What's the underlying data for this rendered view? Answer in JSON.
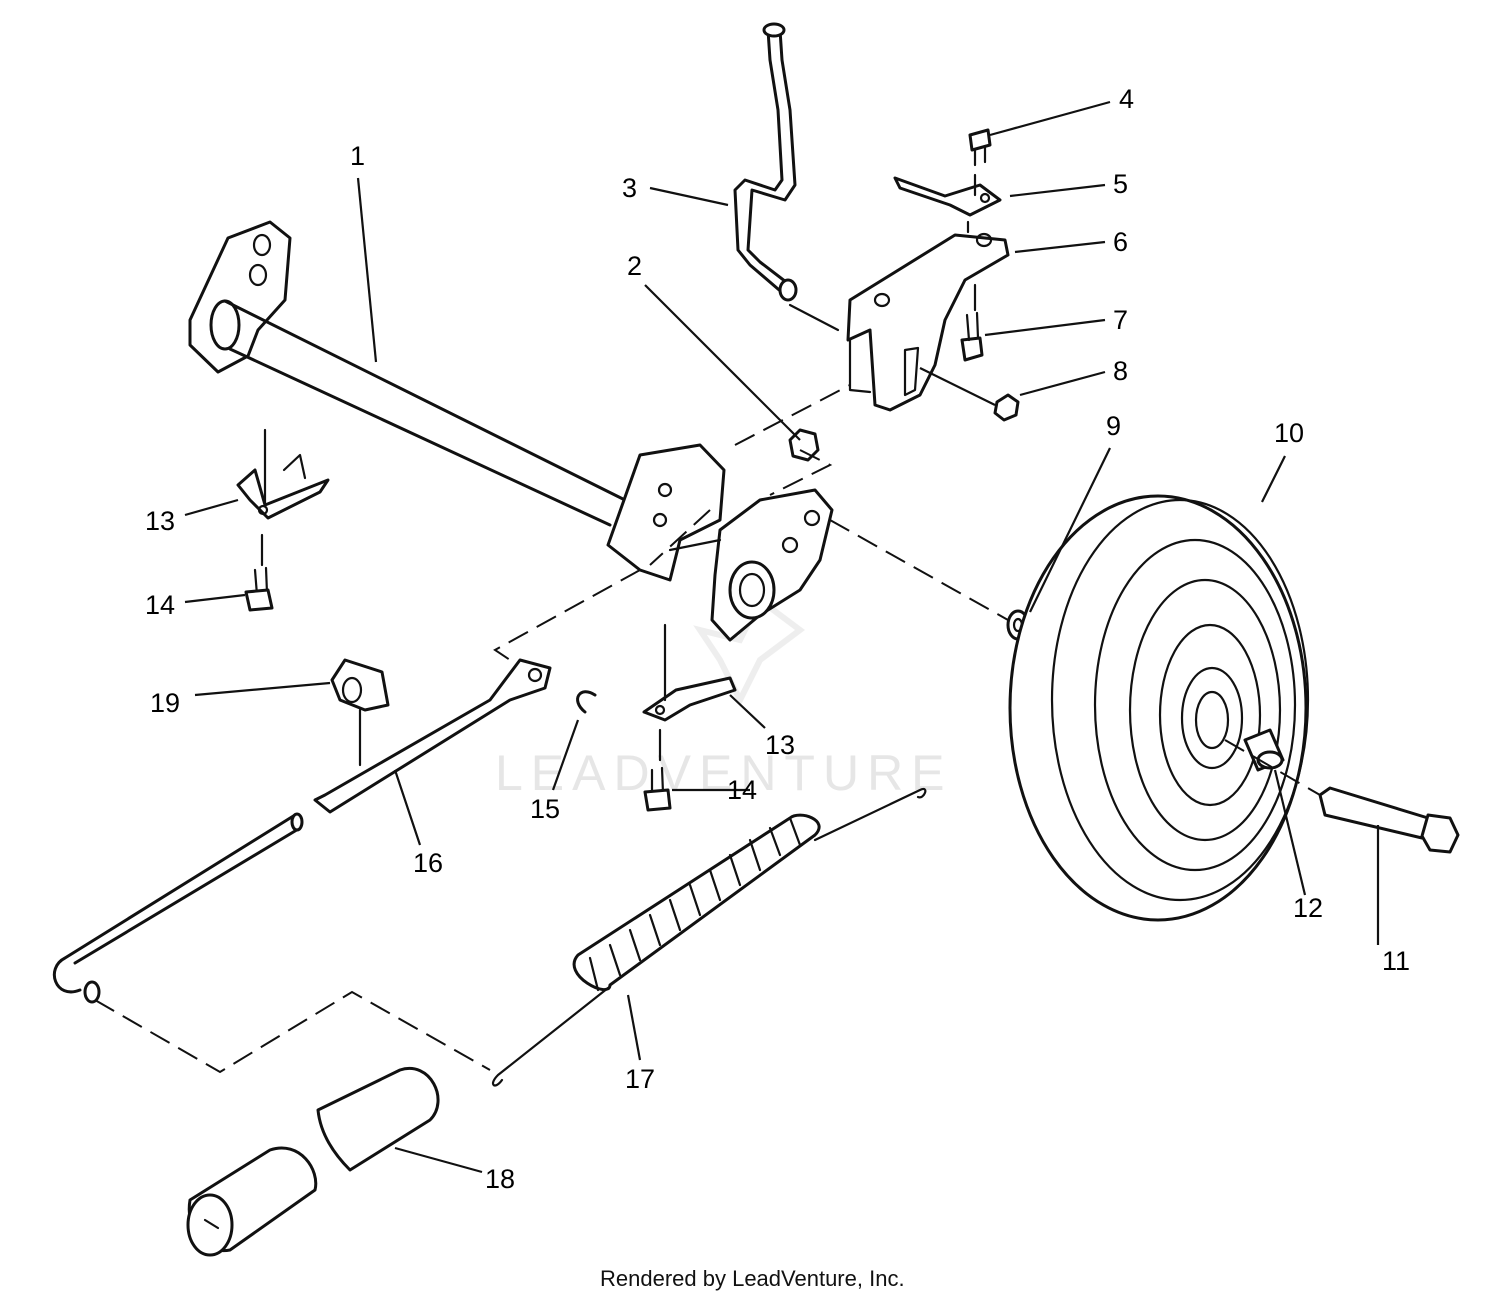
{
  "watermark": "LEADVENTURE",
  "credit": "Rendered by LeadVenture, Inc.",
  "callouts": [
    "1",
    "2",
    "3",
    "4",
    "5",
    "6",
    "7",
    "8",
    "9",
    "10",
    "11",
    "12",
    "13",
    "14",
    "13",
    "14",
    "15",
    "16",
    "17",
    "18",
    "19"
  ]
}
